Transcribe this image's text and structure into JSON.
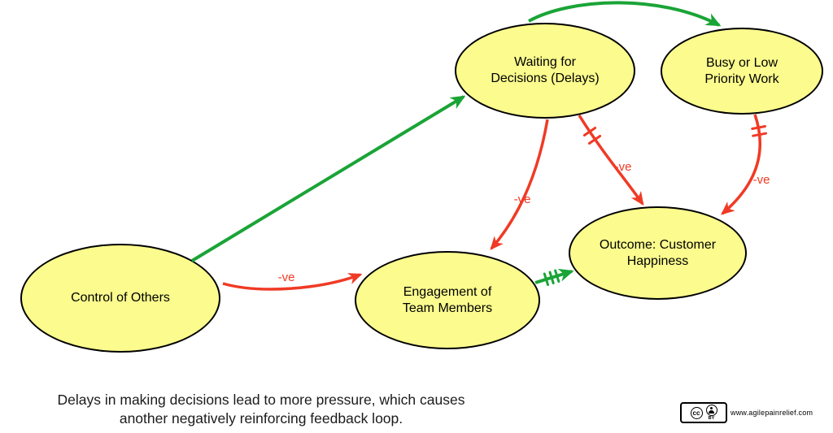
{
  "diagram": {
    "title": "Causal loop diagram: decision delays feedback loop",
    "nodes": {
      "control": {
        "label": "Control of Others"
      },
      "waiting": {
        "label": "Waiting for Decisions (Delays)"
      },
      "busy": {
        "label": "Busy or Low Priority Work"
      },
      "engagement": {
        "label": "Engagement of Team Members"
      },
      "outcome": {
        "label": "Outcome: Customer Happiness"
      }
    },
    "edges": [
      {
        "id": "control-to-waiting",
        "from": "Control of Others",
        "to": "Waiting for Decisions (Delays)",
        "polarity": "positive",
        "label": "",
        "delay_marks": 0
      },
      {
        "id": "waiting-to-busy",
        "from": "Waiting for Decisions (Delays)",
        "to": "Busy or Low Priority Work",
        "polarity": "positive",
        "label": "",
        "delay_marks": 0
      },
      {
        "id": "control-to-engagement",
        "from": "Control of Others",
        "to": "Engagement of Team Members",
        "polarity": "negative",
        "label": "-ve",
        "delay_marks": 0
      },
      {
        "id": "waiting-to-engagement",
        "from": "Waiting for Decisions (Delays)",
        "to": "Engagement of Team Members",
        "polarity": "negative",
        "label": "-ve",
        "delay_marks": 0
      },
      {
        "id": "waiting-to-outcome",
        "from": "Waiting for Decisions (Delays)",
        "to": "Outcome: Customer Happiness",
        "polarity": "negative",
        "label": "-ve",
        "delay_marks": 2
      },
      {
        "id": "busy-to-outcome",
        "from": "Busy or Low Priority Work",
        "to": "Outcome: Customer Happiness",
        "polarity": "negative",
        "label": "-ve",
        "delay_marks": 2
      },
      {
        "id": "engagement-to-outcome",
        "from": "Engagement of Team Members",
        "to": "Outcome: Customer Happiness",
        "polarity": "positive",
        "label": "",
        "delay_marks": 3
      }
    ],
    "colors": {
      "node_fill": "#fbfb8e",
      "node_border": "#000000",
      "positive": "#1aa437",
      "negative": "#f03a25"
    }
  },
  "caption": {
    "line1": "Delays in making decisions lead to more pressure, which causes",
    "line2": "another negatively reinforcing feedback loop."
  },
  "footer": {
    "license_cc": "cc",
    "license_by": "BY",
    "website": "www.agilepainrelief.com"
  }
}
